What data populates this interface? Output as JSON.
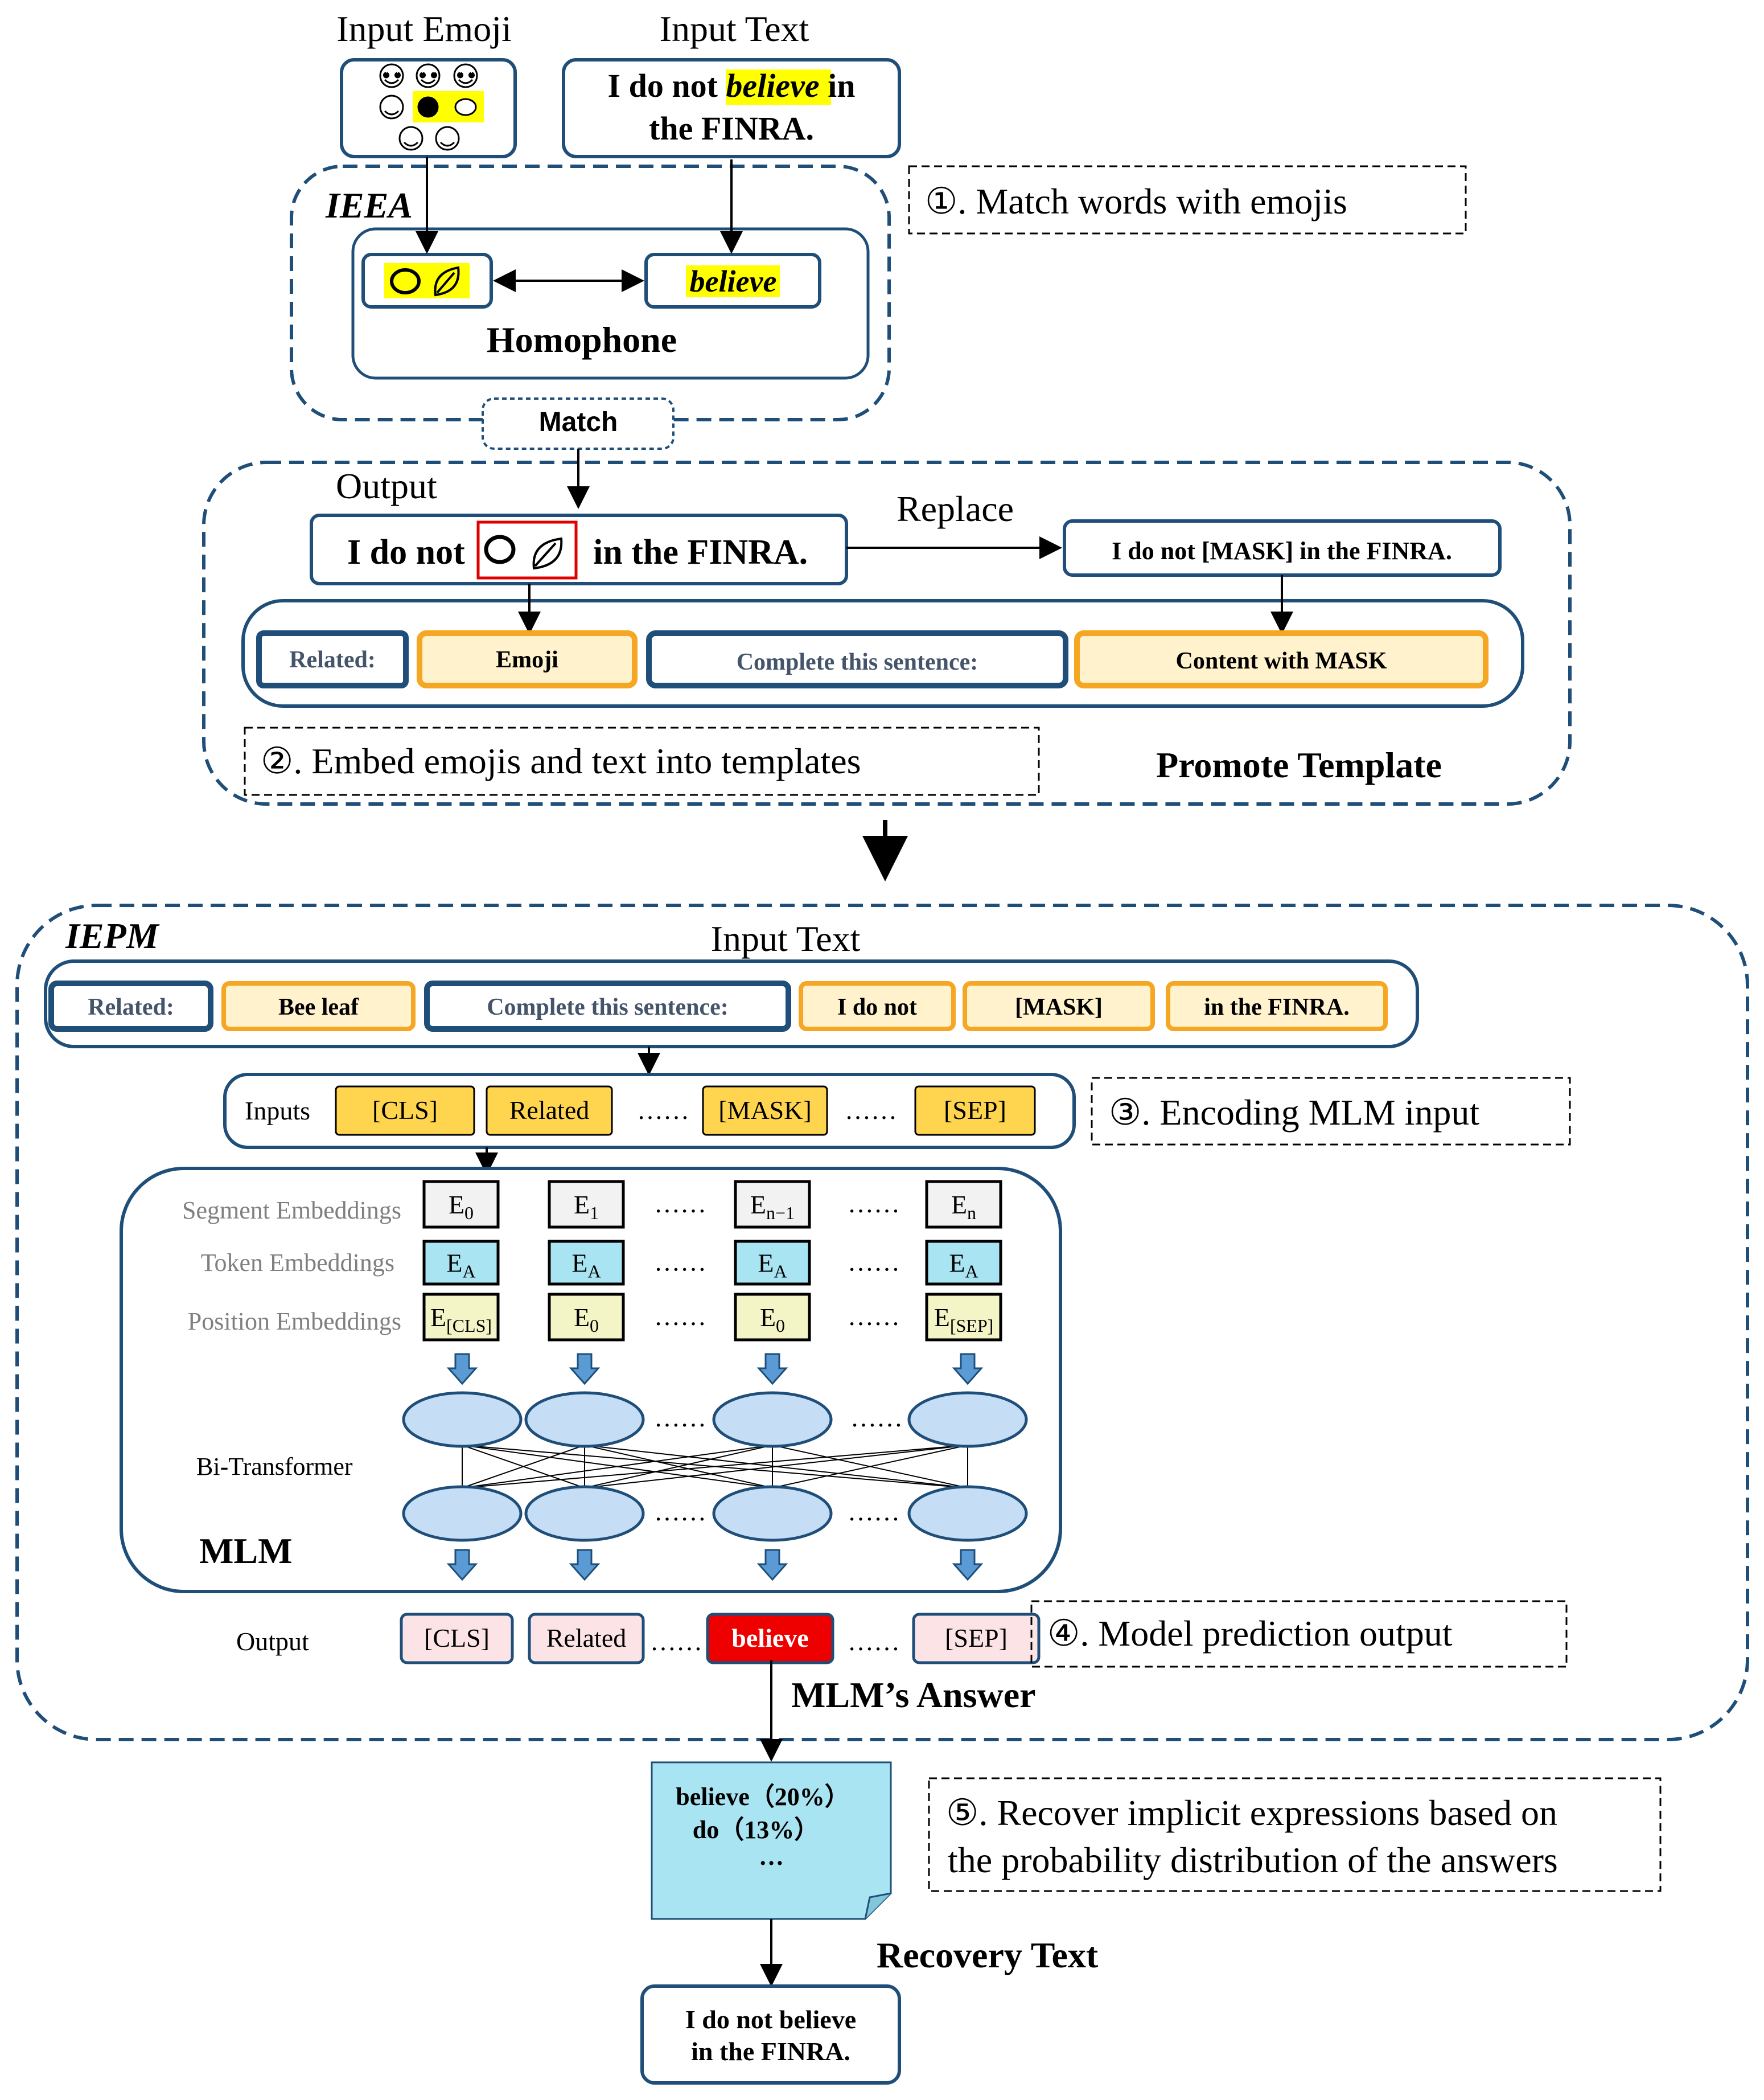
{
  "top": {
    "input_emoji_label": "Input Emoji",
    "input_text_label": "Input Text",
    "input_text_line1_pre": "I do not ",
    "input_text_highlight": "believe",
    "input_text_line1_post": " in",
    "input_text_line2": "the FINRA."
  },
  "ieea": {
    "title": "IEEA",
    "believe_label": "believe",
    "homophone_label": "Homophone",
    "match_label": "Match"
  },
  "steps": {
    "s1": "①. Match words with emojis",
    "s2": "②. Embed emojis and text into templates",
    "s3": "③. Encoding MLM input",
    "s4": "④. Model prediction output",
    "s5_line1": "⑤. Recover implicit expressions based on",
    "s5_line2": "the probability distribution of the answers"
  },
  "template": {
    "output_label": "Output",
    "output_pre": "I do not",
    "output_post": "in the FINRA.",
    "replace_label": "Replace",
    "masked_sentence": "I do not [MASK] in the FINRA.",
    "slot_related": "Related:",
    "slot_emoji": "Emoji",
    "slot_complete": "Complete this sentence:",
    "slot_content": "Content with MASK",
    "title": "Promote Template"
  },
  "iepm": {
    "title": "IEPM",
    "input_text_label": "Input Text",
    "slots": [
      "Related:",
      "Bee  leaf",
      "Complete this sentence:",
      "I do not",
      "[MASK]",
      "in the FINRA."
    ],
    "inputs_label": "Inputs",
    "input_tokens": [
      "[CLS]",
      "Related",
      "[MASK]",
      "[SEP]"
    ],
    "dots": "……",
    "segment_label": "Segment Embeddings",
    "token_label": "Token Embeddings",
    "position_label": "Position Embeddings",
    "segment_emb": [
      [
        "E",
        "0"
      ],
      [
        "E",
        "1"
      ],
      [
        "E",
        "n−1"
      ],
      [
        "E",
        "n"
      ]
    ],
    "token_emb": [
      [
        "E",
        "A"
      ],
      [
        "E",
        "A"
      ],
      [
        "E",
        "A"
      ],
      [
        "E",
        "A"
      ]
    ],
    "position_emb": [
      [
        "E",
        "[CLS]"
      ],
      [
        "E",
        "0"
      ],
      [
        "E",
        "0"
      ],
      [
        "E",
        "[SEP]"
      ]
    ],
    "bitransformer_label": "Bi-Transformer",
    "mlm_label": "MLM",
    "output_label": "Output",
    "output_tokens": [
      "[CLS]",
      "Related",
      "believe",
      "[SEP]"
    ],
    "answer_label": "MLM’s Answer"
  },
  "recovery": {
    "prob_line1": "believe（20%）",
    "prob_line2": "do（13%）",
    "prob_line3": "…",
    "title": "Recovery Text",
    "text_line1": "I do not believe",
    "text_line2": "in the FINRA."
  },
  "colors": {
    "dark_blue": "#1f4e79",
    "orange": "#f5a623",
    "yellow_fill": "#fff2cc",
    "highlight": "#ffff00",
    "token_yellow": "#ffd54f",
    "cyan": "#a8e4f2",
    "pale_yellow": "#f4f5c6",
    "pale_grey": "#f2f2f2",
    "ellipse": "#c5def5",
    "arrow_blue": "#5b9bd5",
    "pink": "#fce4e6",
    "red": "#ee0000",
    "note": "#a8e4f2"
  },
  "icons": [
    "emoji-grid-icon",
    "bee-icon",
    "leaf-icon",
    "down-arrow-icon"
  ]
}
